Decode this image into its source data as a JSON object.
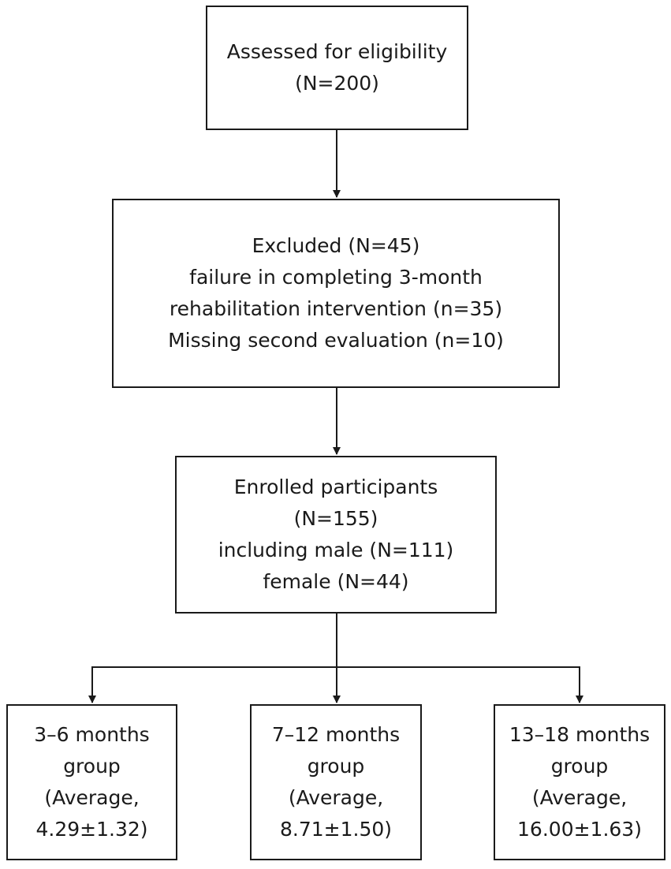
{
  "flowchart": {
    "assessed": {
      "lines": [
        "Assessed for eligibility",
        "(N=200)"
      ]
    },
    "excluded": {
      "lines": [
        "Excluded (N=45)",
        "failure in completing 3-month",
        "rehabilitation intervention (n=35)",
        "Missing second evaluation (n=10)"
      ]
    },
    "enrolled": {
      "lines": [
        "Enrolled participants",
        "(N=155)",
        "including male (N=111)",
        "female (N=44)"
      ]
    },
    "groups": [
      {
        "lines": [
          "3–6 months",
          "group",
          "(Average,",
          "4.29±1.32)"
        ]
      },
      {
        "lines": [
          "7–12 months",
          "group",
          "(Average,",
          "8.71±1.50)"
        ]
      },
      {
        "lines": [
          "13–18 months",
          "group",
          "(Average,",
          "16.00±1.63)"
        ]
      }
    ]
  }
}
